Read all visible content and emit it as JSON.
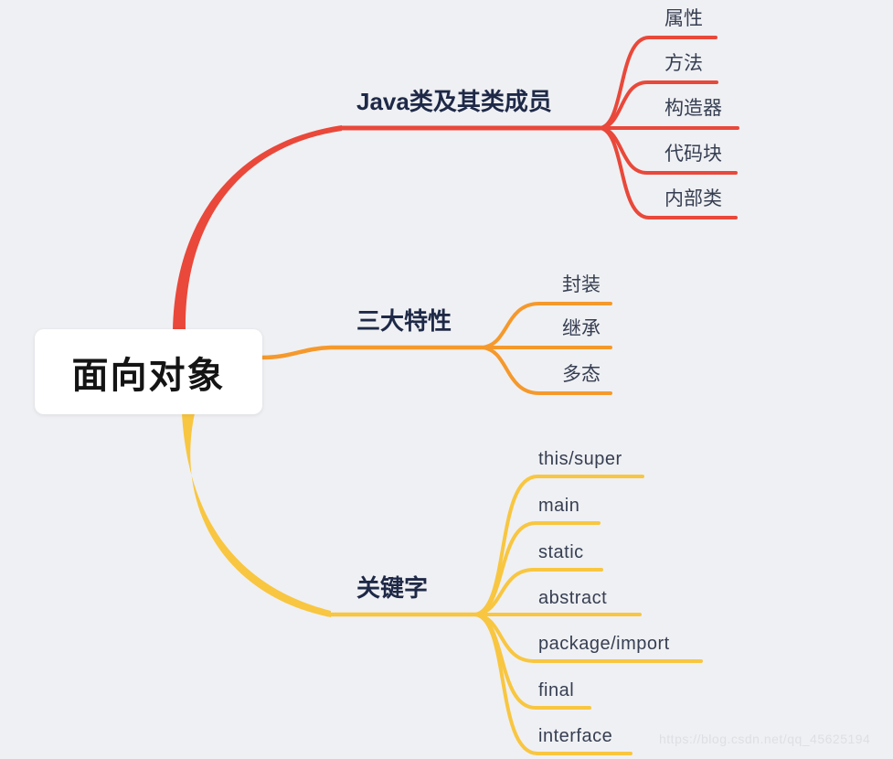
{
  "root": {
    "label": "面向对象"
  },
  "branches": [
    {
      "label": "Java类及其类成员",
      "color": "#e9483a",
      "children": [
        {
          "label": "属性"
        },
        {
          "label": "方法"
        },
        {
          "label": "构造器"
        },
        {
          "label": "代码块"
        },
        {
          "label": "内部类"
        }
      ]
    },
    {
      "label": "三大特性",
      "color": "#f5992c",
      "children": [
        {
          "label": "封装"
        },
        {
          "label": "继承"
        },
        {
          "label": "多态"
        }
      ]
    },
    {
      "label": "关键字",
      "color": "#f8c640",
      "children": [
        {
          "label": "this/super"
        },
        {
          "label": "main"
        },
        {
          "label": "static"
        },
        {
          "label": "abstract"
        },
        {
          "label": "package/import"
        },
        {
          "label": "final"
        },
        {
          "label": "interface"
        }
      ]
    }
  ],
  "colors": {
    "background": "#eff0f3",
    "root_text": "#141414",
    "branch_text": "#1e2947",
    "child_text": "#363e52",
    "branch_red": "#e9483a",
    "branch_orange": "#f5992c",
    "branch_yellow": "#f8c640"
  },
  "watermark": "https://blog.csdn.net/qq_45625194"
}
